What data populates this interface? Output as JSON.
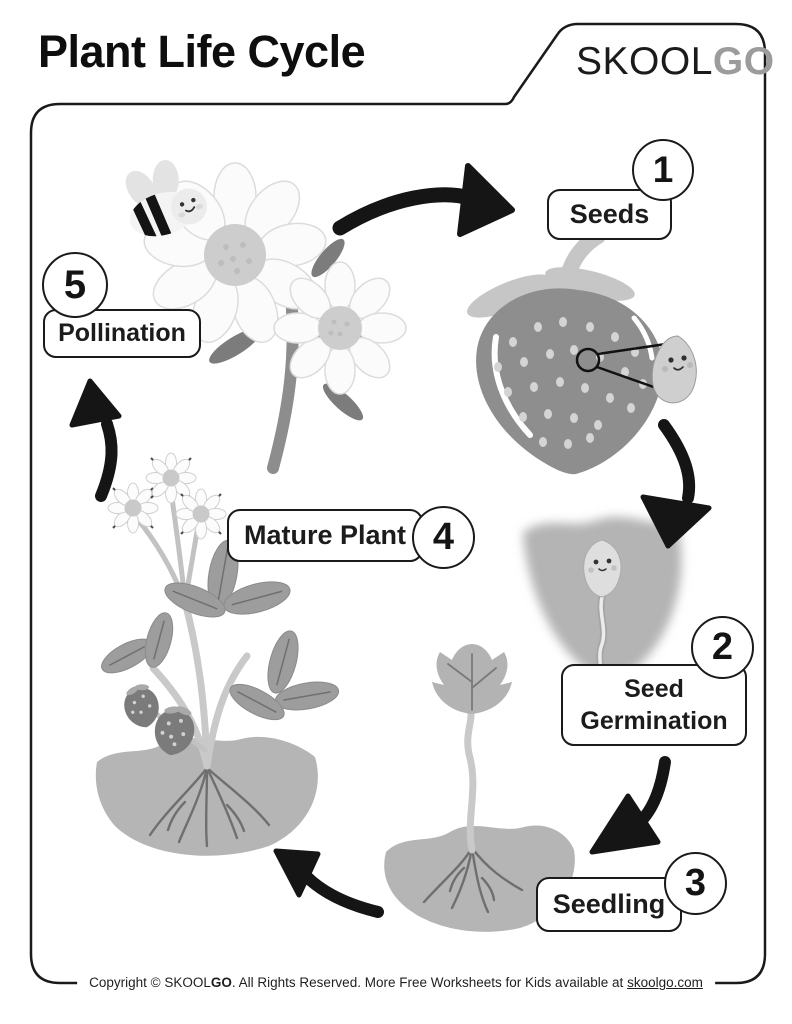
{
  "header": {
    "title": "Plant Life Cycle",
    "logo_part1": "SKOOL",
    "logo_part2": "GO"
  },
  "diagram": {
    "type": "cycle",
    "subject": "plant life cycle",
    "stage_count": 5
  },
  "stages": [
    {
      "number": "1",
      "label": "Seeds"
    },
    {
      "number": "2",
      "label": "Seed Germination"
    },
    {
      "number": "3",
      "label": "Seedling"
    },
    {
      "number": "4",
      "label": "Mature Plant"
    },
    {
      "number": "5",
      "label": "Pollination"
    }
  ],
  "illustrations": [
    "flowers-with-bee-icon",
    "strawberry-with-seed-callout-icon",
    "germinating-seed-in-soil-icon",
    "seedling-in-soil-icon",
    "mature-strawberry-plant-icon",
    "curved-arrow-icons"
  ],
  "colors": {
    "ink": "#1a1a1a",
    "logo_gray": "#9c9c9c",
    "soil_gray": "#b5b5b5",
    "berry_gray": "#8e8e8e",
    "leaf_gray": "#9d9d9d",
    "highlight_white": "#ffffff"
  },
  "footer": {
    "part1": "Copyright © SKOOL",
    "bold": "GO",
    "part2": ". All Rights Reserved. More Free Worksheets for Kids available at ",
    "link": "skoolgo.com"
  }
}
